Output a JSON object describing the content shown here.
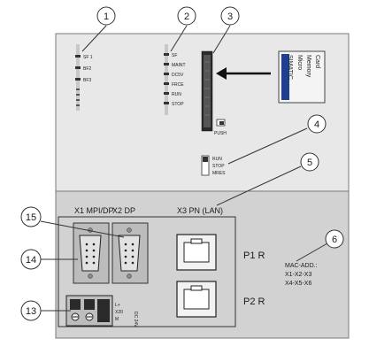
{
  "callouts": [
    "1",
    "2",
    "3",
    "4",
    "5",
    "6",
    "13",
    "14",
    "15"
  ],
  "leds_left": [
    "SF 1",
    "BF2",
    "BF3"
  ],
  "leds_right": [
    "SF",
    "MAINT",
    "DC5V",
    "FRCE",
    "RUN",
    "STOP"
  ],
  "memory_card": {
    "lines": [
      "SIMATIC",
      "Micro",
      "Memory",
      "Card"
    ]
  },
  "push_label": "PUSH",
  "mode_switch": [
    "RUN",
    "STOP",
    "MRES"
  ],
  "ports": {
    "x1": "X1 MPI/DP",
    "x2": "X2 DP",
    "x3": "X3 PN (LAN)",
    "p1": "P1 R",
    "p2": "P2 R"
  },
  "mac_address": [
    "MAC-ADD.:",
    "X1-X2-X3",
    "X4-X5-X6"
  ],
  "power_terminal": [
    "L+",
    "M",
    "X20",
    "DC 24V"
  ]
}
